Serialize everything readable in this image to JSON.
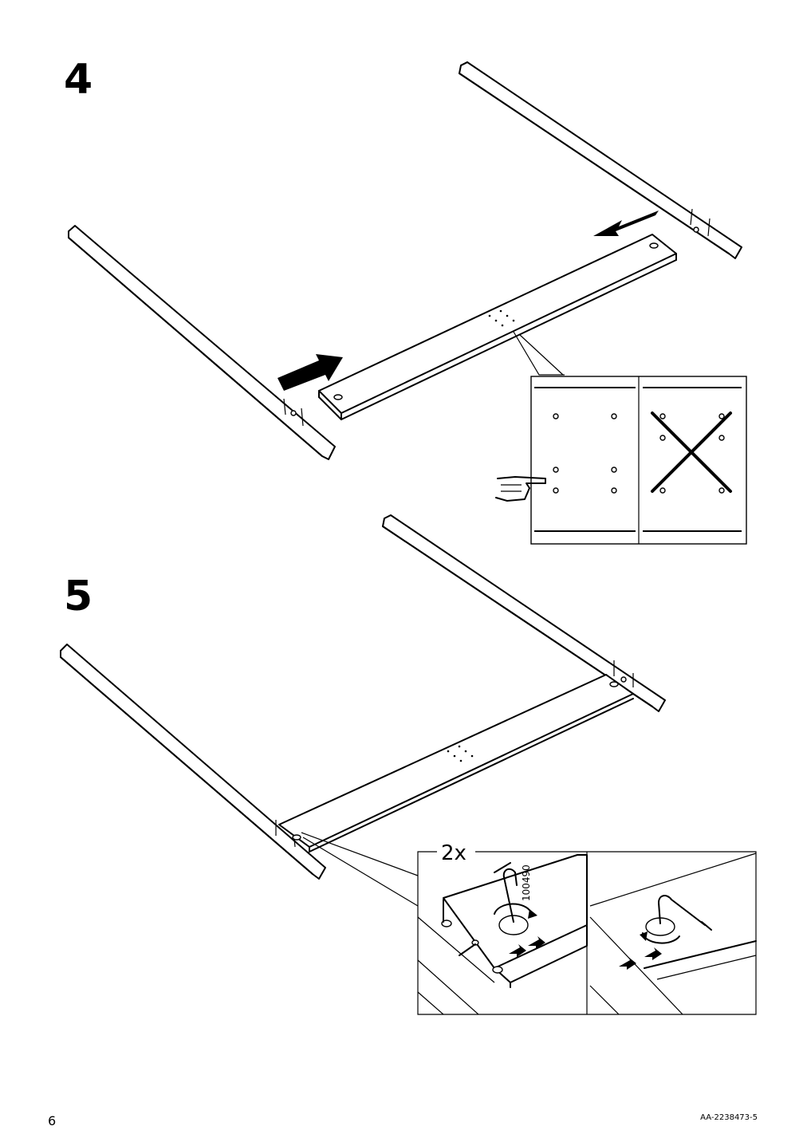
{
  "steps": {
    "step4": {
      "number": "4"
    },
    "step5": {
      "number": "5"
    }
  },
  "detail": {
    "multiplier": "2x",
    "tool_code": "100490"
  },
  "footer": {
    "page_number": "6",
    "doc_code": "AA-2238473-5"
  }
}
